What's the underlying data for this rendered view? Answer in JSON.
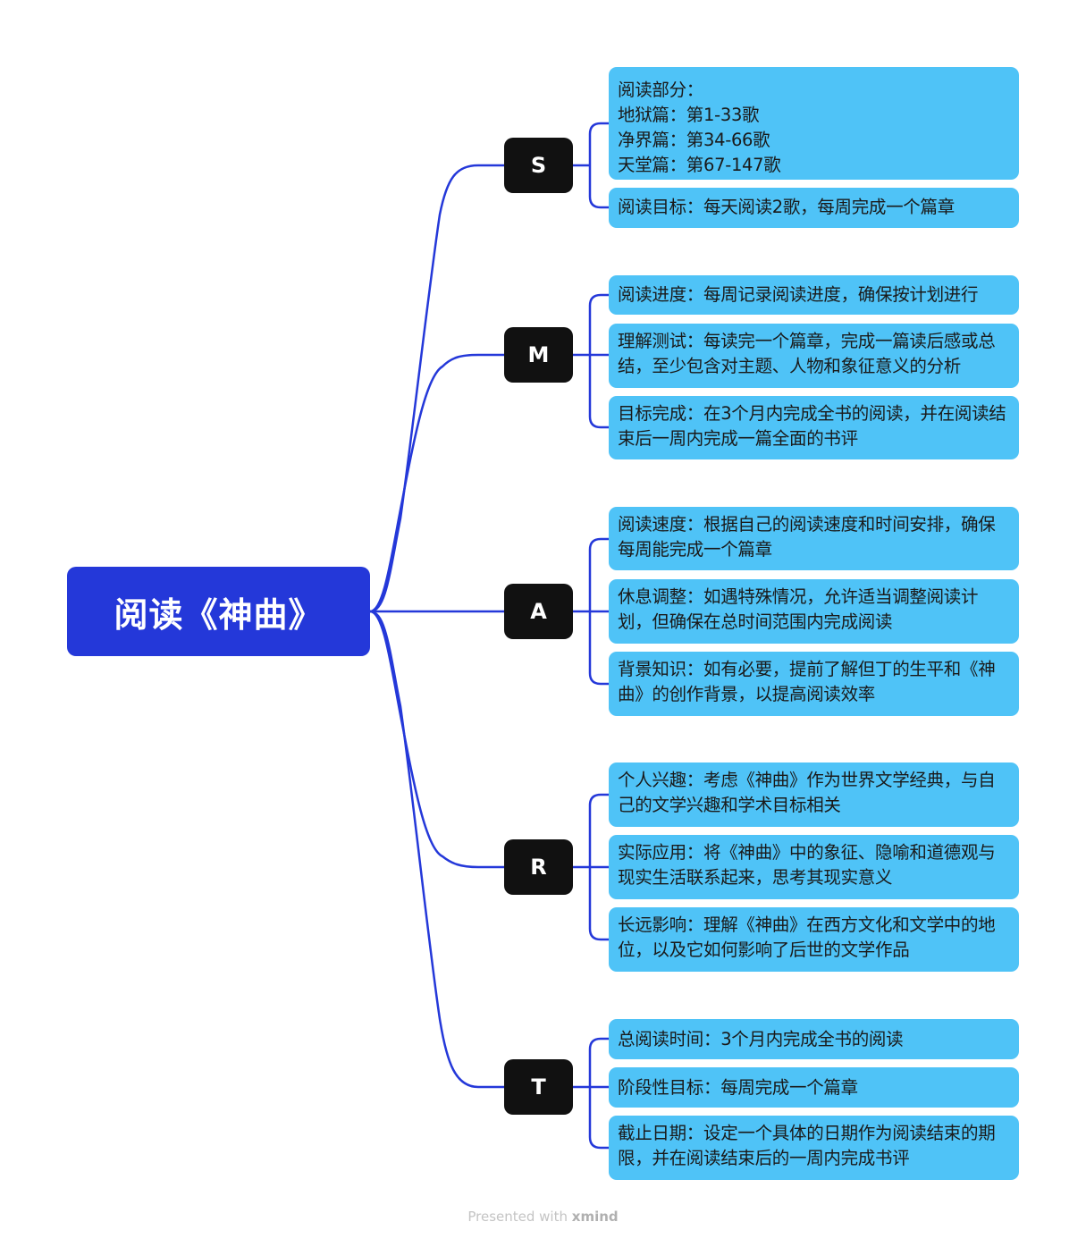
{
  "root": {
    "title": "阅读《神曲》"
  },
  "branches": [
    {
      "letter": "S",
      "leaves": [
        "阅读部分：\n地狱篇：第1-33歌\n净界篇：第34-66歌\n天堂篇：第67-147歌",
        "阅读目标：每天阅读2歌，每周完成一个篇章"
      ]
    },
    {
      "letter": "M",
      "leaves": [
        "阅读进度：每周记录阅读进度，确保按计划进行",
        "理解测试：每读完一个篇章，完成一篇读后感或总结，至少包含对主题、人物和象征意义的分析",
        "目标完成：在3个月内完成全书的阅读，并在阅读结束后一周内完成一篇全面的书评"
      ]
    },
    {
      "letter": "A",
      "leaves": [
        "阅读速度：根据自己的阅读速度和时间安排，确保每周能完成一个篇章",
        "休息调整：如遇特殊情况，允许适当调整阅读计划，但确保在总时间范围内完成阅读",
        "背景知识：如有必要，提前了解但丁的生平和《神曲》的创作背景，以提高阅读效率"
      ]
    },
    {
      "letter": "R",
      "leaves": [
        "个人兴趣：考虑《神曲》作为世界文学经典，与自己的文学兴趣和学术目标相关",
        "实际应用：将《神曲》中的象征、隐喻和道德观与现实生活联系起来，思考其现实意义",
        "长远影响：理解《神曲》在西方文化和文学中的地位，以及它如何影响了后世的文学作品"
      ]
    },
    {
      "letter": "T",
      "leaves": [
        "总阅读时间：3个月内完成全书的阅读",
        "阶段性目标：每周完成一个篇章",
        "截止日期：设定一个具体的日期作为阅读结束的期限，并在阅读结束后的一周内完成书评"
      ]
    }
  ],
  "footer": {
    "prefix": "Presented with",
    "brand": "xmind"
  },
  "colors": {
    "root": "#2438d9",
    "letter": "#111111",
    "leaf": "#4fc3f7",
    "line": "#2438d9"
  }
}
